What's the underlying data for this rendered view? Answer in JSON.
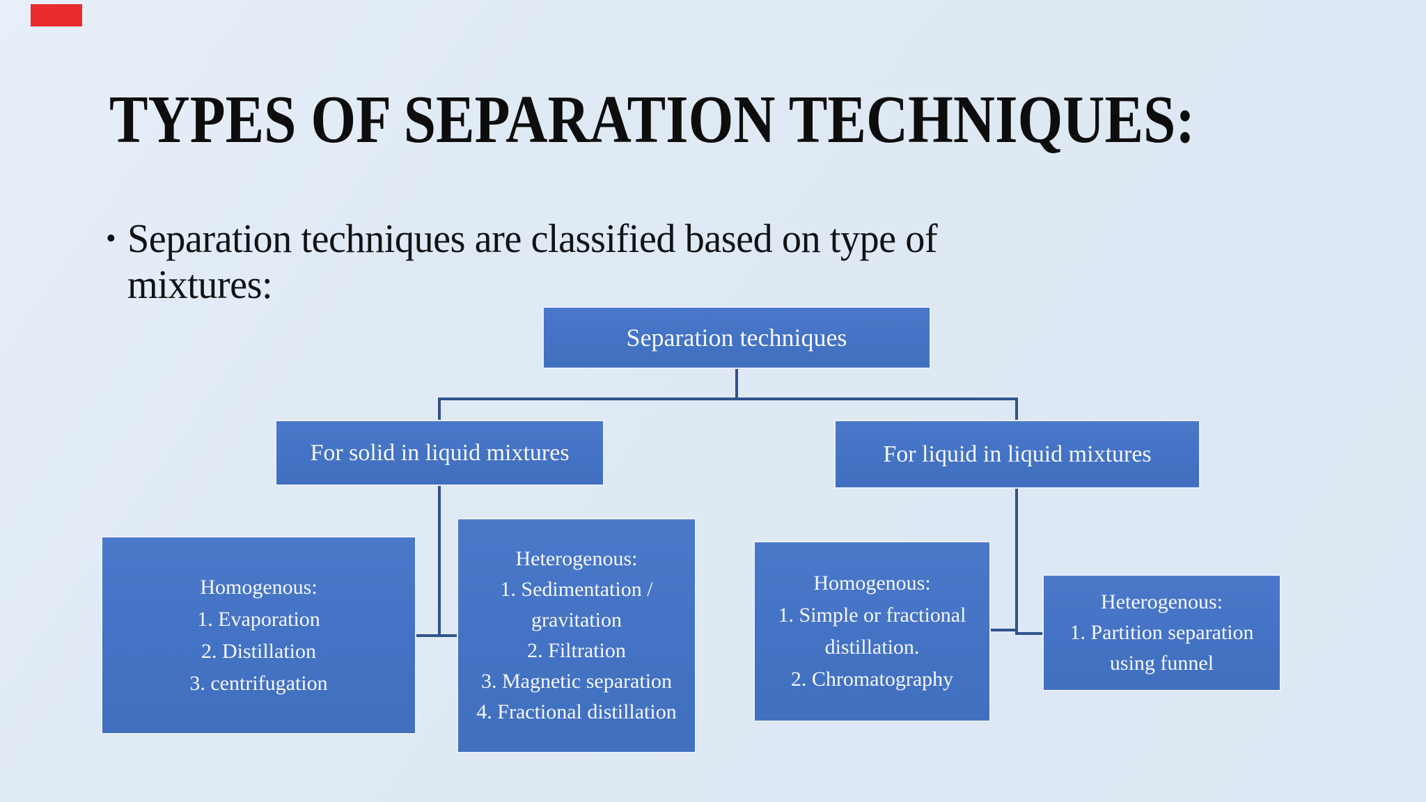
{
  "slide": {
    "title": "TYPES OF SEPARATION TECHNIQUES:",
    "bullet": {
      "marker": "•",
      "lines": [
        "Separation techniques are classified based on type of",
        "mixtures:"
      ]
    },
    "colors": {
      "background": "#dfe9f4",
      "accent_red": "#e92b2d",
      "title_text": "#0d0d0d",
      "node_fill": "#4472c4",
      "node_border": "#e9effa",
      "node_text": "#f4f8fd",
      "connector": "#2f538c"
    }
  },
  "flowchart": {
    "root": {
      "label": "Separation techniques"
    },
    "branches": [
      {
        "label": "For solid in liquid mixtures",
        "children": [
          {
            "heading": "Homogenous:",
            "items": [
              "1. Evaporation",
              "2. Distillation",
              "3. centrifugation"
            ]
          },
          {
            "heading": "Heterogenous:",
            "items": [
              "1. Sedimentation / gravitation",
              "2. Filtration",
              "3. Magnetic separation",
              "4. Fractional distillation"
            ]
          }
        ]
      },
      {
        "label": "For liquid in liquid mixtures",
        "children": [
          {
            "heading": "Homogenous:",
            "items": [
              "1. Simple or fractional distillation.",
              "2. Chromatography"
            ]
          },
          {
            "heading": "Heterogenous:",
            "items": [
              "1. Partition separation using funnel"
            ]
          }
        ]
      }
    ]
  }
}
